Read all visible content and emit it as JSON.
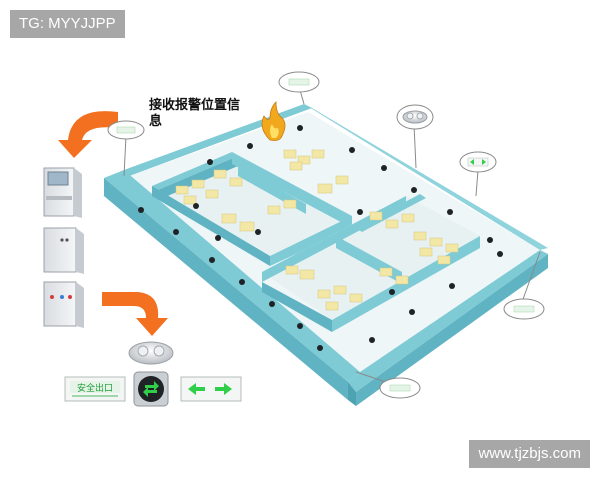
{
  "watermark_top_left": "TG: MYYJJPP",
  "watermark_bottom_right": "www.tjzbjs.com",
  "alarm_label": "接收报警位置信息",
  "exit_sign_text": "安全出口",
  "colors": {
    "wall": "#7ecbd6",
    "wall_dark": "#5fb3c2",
    "floor": "#eef6f7",
    "furniture": "#f3e7a6",
    "arrow_orange": "#f37021",
    "sign_green": "#2fcf4a",
    "callout_border": "#8a8a8a"
  },
  "icons": [
    "fire-icon",
    "emergency-light-icon",
    "exit-arrow-sign-icon",
    "exit-sign-icon",
    "round-exit-indicator-icon",
    "control-panel-icon",
    "cabinet-icon",
    "orange-curved-arrow-icon"
  ]
}
